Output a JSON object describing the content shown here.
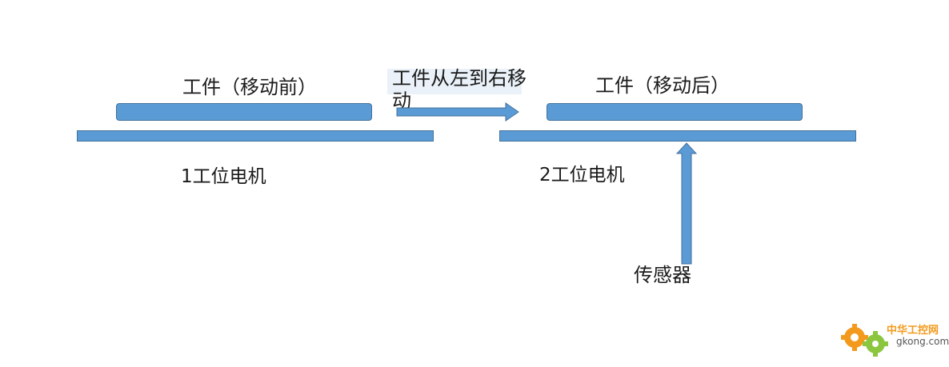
{
  "labels": {
    "workpiece_before": "工件（移动前）",
    "workpiece_after": "工件（移动后）",
    "move_direction": "工件从左到右移动",
    "motor1": "1工位电机",
    "motor2": "2工位电机",
    "sensor": "传感器"
  },
  "watermark": {
    "brand": "中华工控网",
    "url": "gkong.com"
  },
  "colors": {
    "shape_fill": "#5b9bd5",
    "shape_border": "#41719c",
    "watermark_orange": "#f39a1e",
    "watermark_green": "#8cc63f"
  }
}
